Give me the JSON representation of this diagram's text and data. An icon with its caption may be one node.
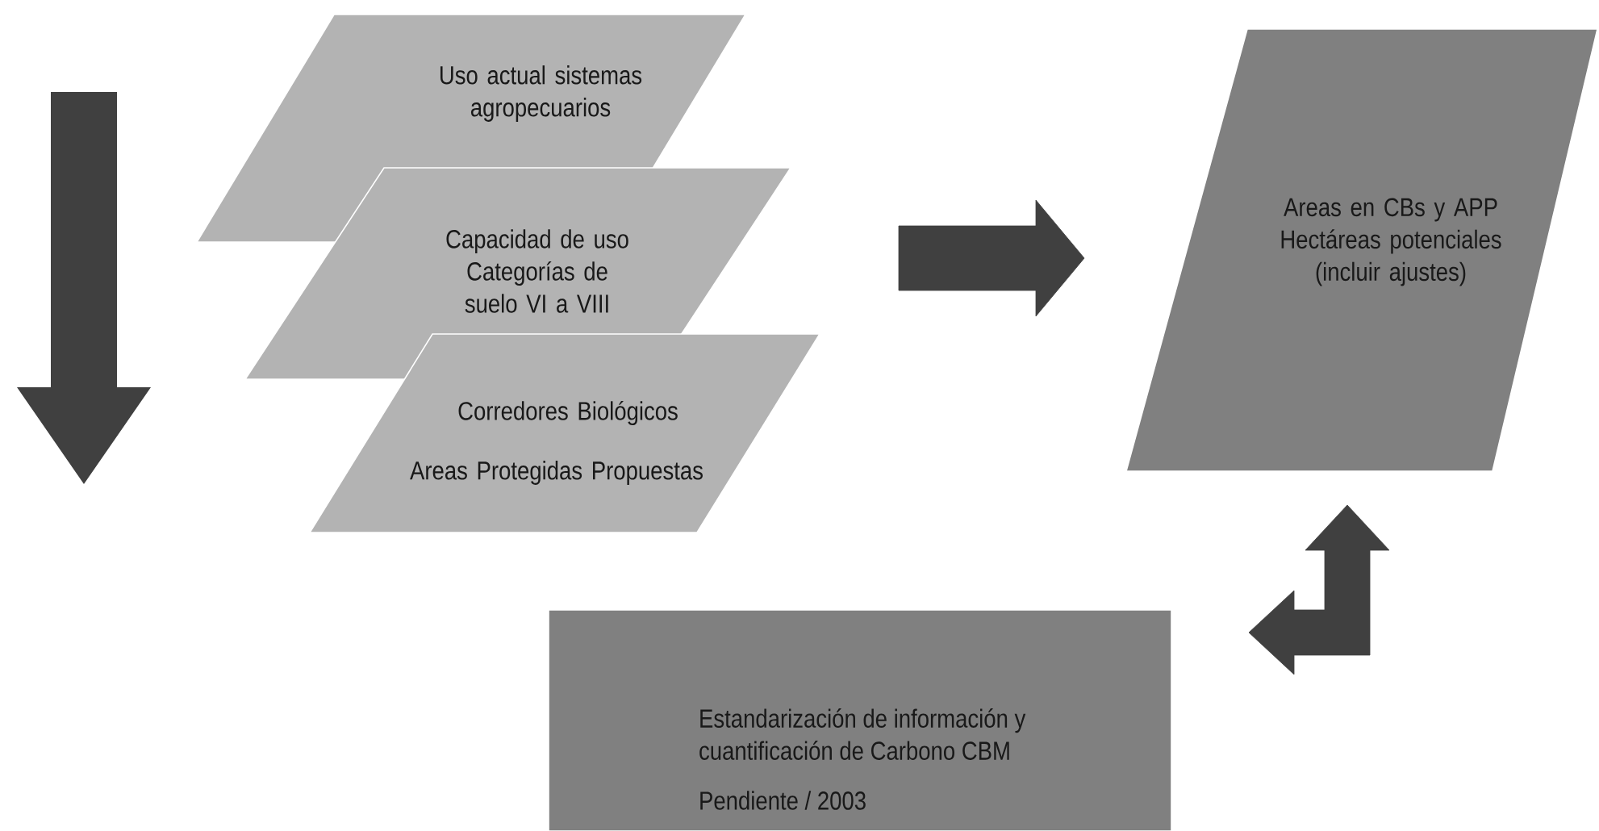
{
  "diagram": {
    "nodes": [
      {
        "text": [
          "Uso actual sistemas agropecuarios"
        ]
      },
      {
        "text": [
          "Capacidad de uso Categorías de suelo VI a VIII"
        ]
      },
      {
        "text": [
          "Corredores Biológicos",
          "Areas Protegidas Propuestas"
        ]
      },
      {
        "text": [
          "Areas en CBs y APP Hectáreas potenciales (incluir ajustes)"
        ]
      },
      {
        "text": [
          "Estandarización de información y cuantificación de Carbono CBM",
          "Pendiente / 2003"
        ]
      }
    ],
    "edges": [
      {
        "from": 1,
        "to": 3,
        "arrow": "to"
      },
      {
        "from": 4,
        "to": 3,
        "arrow": "both"
      }
    ]
  }
}
